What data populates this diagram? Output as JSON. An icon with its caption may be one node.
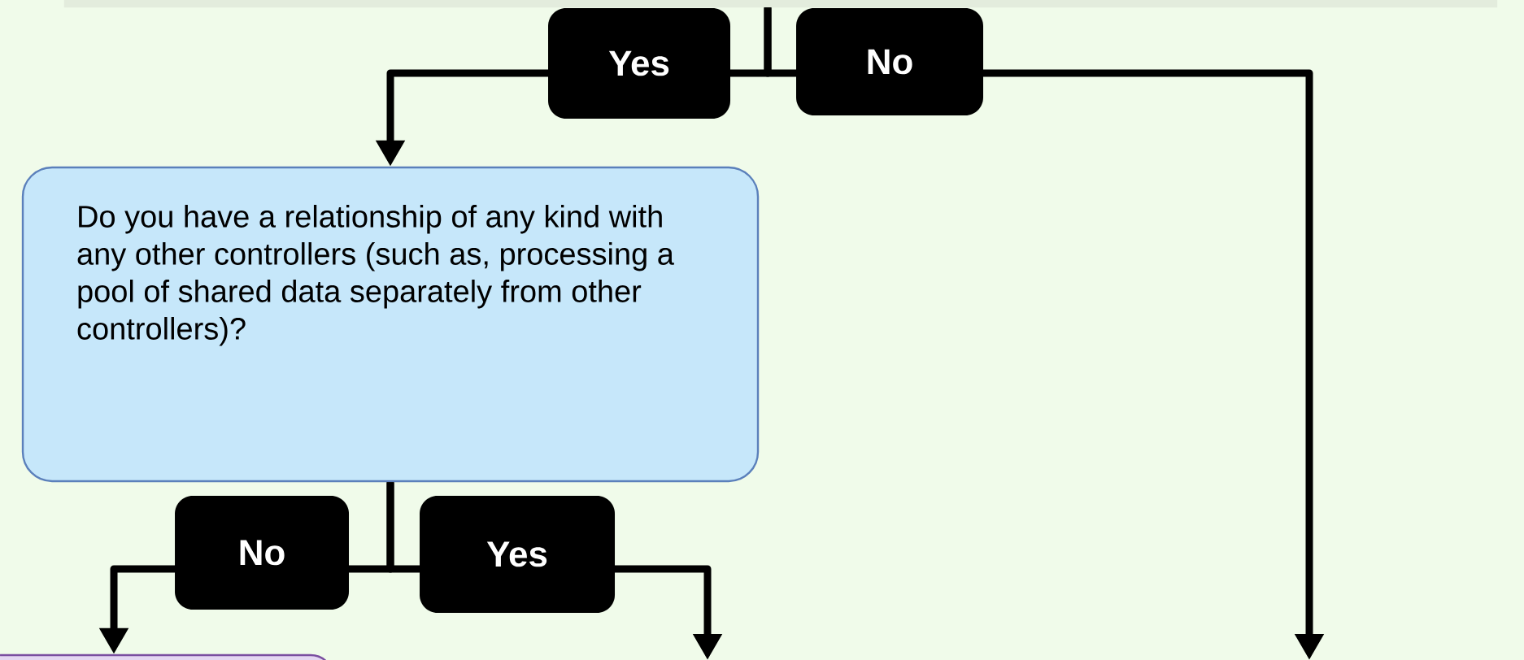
{
  "diagram": {
    "nodes": [
      {
        "text": [],
        "shape": "box"
      },
      {
        "text": [
          "Do you have a relationship of any kind with any other controllers (such as, processing a pool of shared data separately from other controllers)?"
        ]
      },
      {
        "text": [],
        "shape": "box"
      }
    ],
    "edges": [
      {
        "from": 0,
        "to": 1,
        "arrow": "to",
        "label": "Yes"
      },
      {
        "from": 0,
        "to": null,
        "arrow": "to",
        "label": "No"
      },
      {
        "from": 1,
        "to": 2,
        "arrow": "to",
        "label": "No"
      },
      {
        "from": 1,
        "to": null,
        "arrow": "to",
        "label": "Yes"
      }
    ]
  }
}
